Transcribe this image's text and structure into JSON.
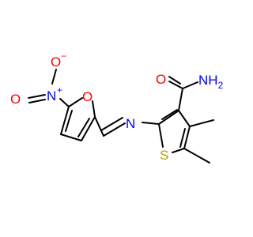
{
  "colors": {
    "bond": "#000000",
    "nitrogen": "#0000ff",
    "oxygen": "#ff0000",
    "sulfur": "#b8a000",
    "background": "#ffffff"
  },
  "atoms": {
    "nitro_o_top": {
      "symbol": "O",
      "charge": "−"
    },
    "nitro_n": {
      "symbol": "N",
      "charge": "+"
    },
    "nitro_o_left": {
      "symbol": "O"
    },
    "furan_o": {
      "symbol": "O"
    },
    "imine_n": {
      "symbol": "N"
    },
    "thiophene_s": {
      "symbol": "S"
    },
    "carbonyl_o": {
      "symbol": "O"
    },
    "amide_n": {
      "symbol": "NH",
      "subscript": "2"
    }
  }
}
